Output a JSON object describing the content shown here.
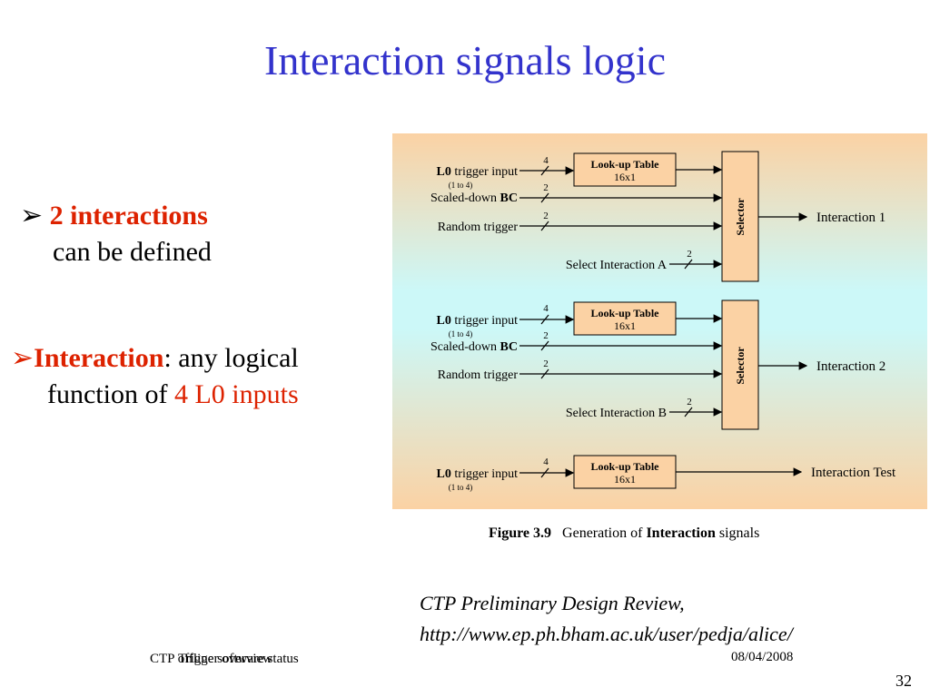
{
  "title": "Interaction signals logic",
  "bullets": {
    "b1": {
      "marker": "➢",
      "emph": "2 interactions",
      "rest": "can be defined"
    },
    "b2": {
      "marker": "➢",
      "emph": "Interaction",
      "rest1": ": any logical",
      "rest2": "function of ",
      "red": "4 L0 inputs"
    }
  },
  "diagram": {
    "lut_title": "Look-up Table",
    "lut_size": "16x1",
    "selector": "Selector",
    "l0_bold": "L0",
    "l0_rest": " trigger input",
    "range": "(1 to 4)",
    "scaled": "Scaled-down ",
    "bc": "BC",
    "random": "Random trigger",
    "select_a": "Select Interaction A",
    "select_b": "Select Interaction B",
    "bus4": "4",
    "bus2": "2",
    "out1": "Interaction 1",
    "out2": "Interaction 2",
    "out_test": "Interaction Test"
  },
  "caption": {
    "fig": "Figure 3.9",
    "text_pre": "Generation of ",
    "text_bold": "Interaction",
    "text_post": " signals"
  },
  "reference": {
    "line1": "CTP Preliminary Design Review,",
    "line2": "http://www.ep.ph.bham.ac.uk/user/pedja/alice/"
  },
  "footer": {
    "left_a": "CTP offline software status",
    "left_b": "Trigger overview",
    "date": "08/04/2008",
    "page": "32"
  }
}
